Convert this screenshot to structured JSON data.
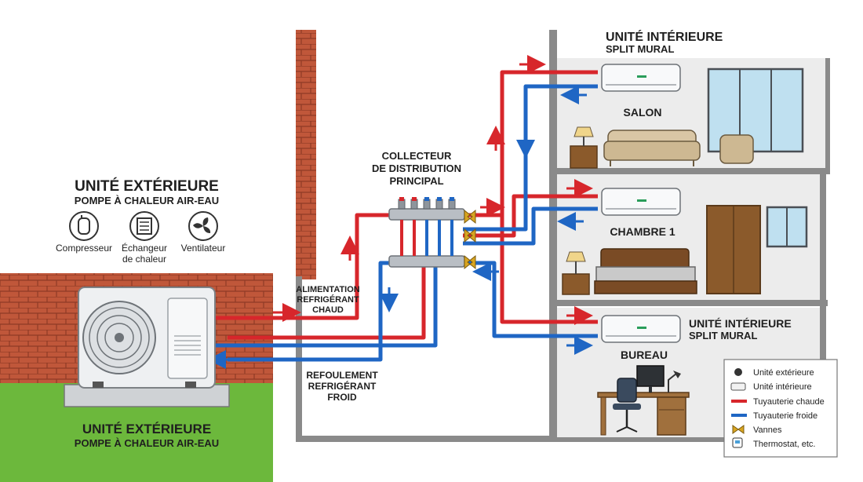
{
  "outdoor": {
    "title": "UNITÉ EXTÉRIEURE",
    "subtitle": "POMPE À CHALEUR AIR-EAU",
    "title_bottom": "UNITÉ EXTÉRIEURE",
    "subtitle_bottom": "POMPE À CHALEUR AIR-EAU",
    "components": [
      {
        "label": "Compresseur",
        "icon": "compressor-icon"
      },
      {
        "label_line1": "Échangeur",
        "label_line2": "de chaleur",
        "icon": "heat-exchanger-icon"
      },
      {
        "label": "Ventilateur",
        "icon": "fan-icon"
      }
    ]
  },
  "collector": {
    "line1": "COLLECTEUR",
    "line2": "DE DISTRIBUTION",
    "line3": "PRINCIPAL"
  },
  "supply_label": {
    "line1": "ALIMENTATION",
    "line2": "REFRIGÉRANT",
    "line3": "CHAUD"
  },
  "return_label": {
    "line1": "REFOULEMENT",
    "line2": "REFRIGÉRANT",
    "line3": "FROID"
  },
  "top_indoor": {
    "title": "UNITÉ INTÉRIEURE",
    "subtitle": "SPLIT MURAL"
  },
  "side_indoor": {
    "title": "UNITÉ INTÉRIEURE",
    "subtitle": "SPLIT MURAL"
  },
  "rooms": {
    "salon": "SALON",
    "chambre": "CHAMBRE 1",
    "bureau": "BUREAU"
  },
  "legend": [
    {
      "label": "Unité extérieure",
      "icon": "outdoor-unit-icon"
    },
    {
      "label": "Unité intérieure",
      "icon": "indoor-unit-icon"
    },
    {
      "label": "Tuyauterie chaude",
      "icon": "hot-pipe-swatch"
    },
    {
      "label": "Tuyauterie froide",
      "icon": "cold-pipe-swatch"
    },
    {
      "label": "Vannes",
      "icon": "valve-icon"
    },
    {
      "label": "Thermostat, etc.",
      "icon": "thermostat-icon"
    }
  ],
  "colors": {
    "hot": "#d7262b",
    "cold": "#1f66c4",
    "brick": "#c0573a",
    "grass": "#6cb83c",
    "wall": "#8a8a8a",
    "wood": "#8b5a2b",
    "valve": "#d9a520"
  }
}
